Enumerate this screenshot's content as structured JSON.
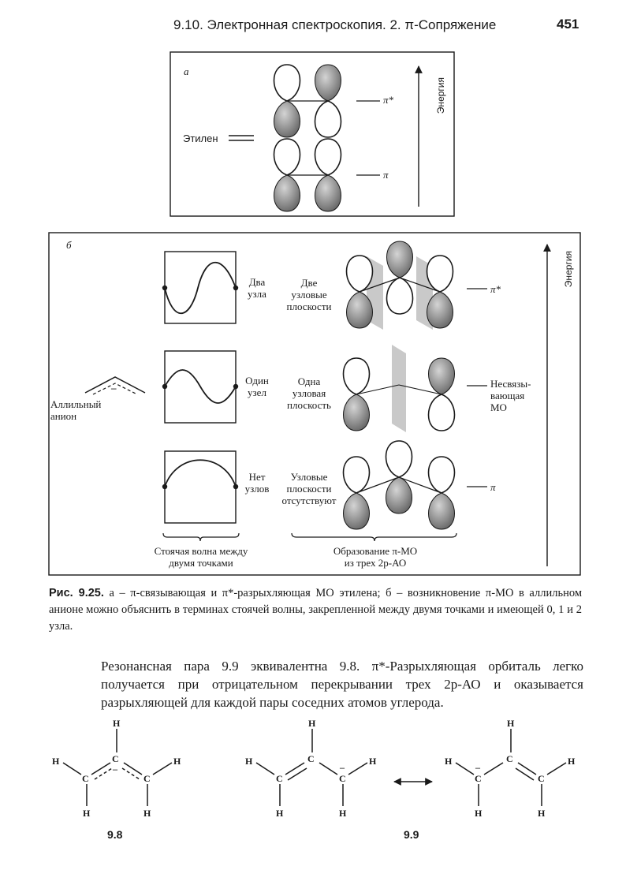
{
  "header": {
    "title": "9.10. Электронная спектроскопия. 2. π-Сопряжение",
    "page_number": "451"
  },
  "panel_a": {
    "letter": "а",
    "molecule_label": "Этилен",
    "level_upper": "π*",
    "level_lower": "π",
    "energy_axis": "Энергия"
  },
  "panel_b": {
    "letter": "б",
    "molecule_label_line1": "Аллильный",
    "molecule_label_line2": "анион",
    "anion_charge": "–",
    "energy_axis": "Энергия",
    "rows": [
      {
        "nodes_line1": "Два",
        "nodes_line2": "узла",
        "planes_line1": "Две",
        "planes_line2": "узловые",
        "planes_line3": "плоскости",
        "level_line1": "π*",
        "level_line2": "",
        "level_line3": ""
      },
      {
        "nodes_line1": "Один",
        "nodes_line2": "узел",
        "planes_line1": "Одна",
        "planes_line2": "узловая",
        "planes_line3": "плоскость",
        "level_line1": "Несвязы-",
        "level_line2": "вающая",
        "level_line3": "МО"
      },
      {
        "nodes_line1": "Нет",
        "nodes_line2": "узлов",
        "planes_line1": "Узловые",
        "planes_line2": "плоскости",
        "planes_line3": "отсутствуют",
        "level_line1": "π",
        "level_line2": "",
        "level_line3": ""
      }
    ],
    "bracket_left_line1": "Стоячая волна между",
    "bracket_left_line2": "двумя точками",
    "bracket_right_line1": "Образование π-МО",
    "bracket_right_line2": "из трех 2p-АО"
  },
  "caption": {
    "label": "Рис. 9.25.",
    "text": " а – π-связывающая и π*-разрыхляющая МО этилена; б – возникновение π-МО в аллильном анионе можно объяснить в терминах стоячей волны, закрепленной между двумя точками и имеющей 0, 1 и 2 узла."
  },
  "body": {
    "paragraph": "Резонансная пара 9.9 эквивалентна 9.8. π*-Разрыхляющая орбиталь легко получается при отрицательном перекрывании трех 2p-АО и оказывается разрыхляющей для каждой пары соседних атомов углерода."
  },
  "structures": {
    "atom_h": "H",
    "atom_c": "C",
    "charge": "–",
    "label_a": "9.8",
    "label_b": "9.9"
  }
}
